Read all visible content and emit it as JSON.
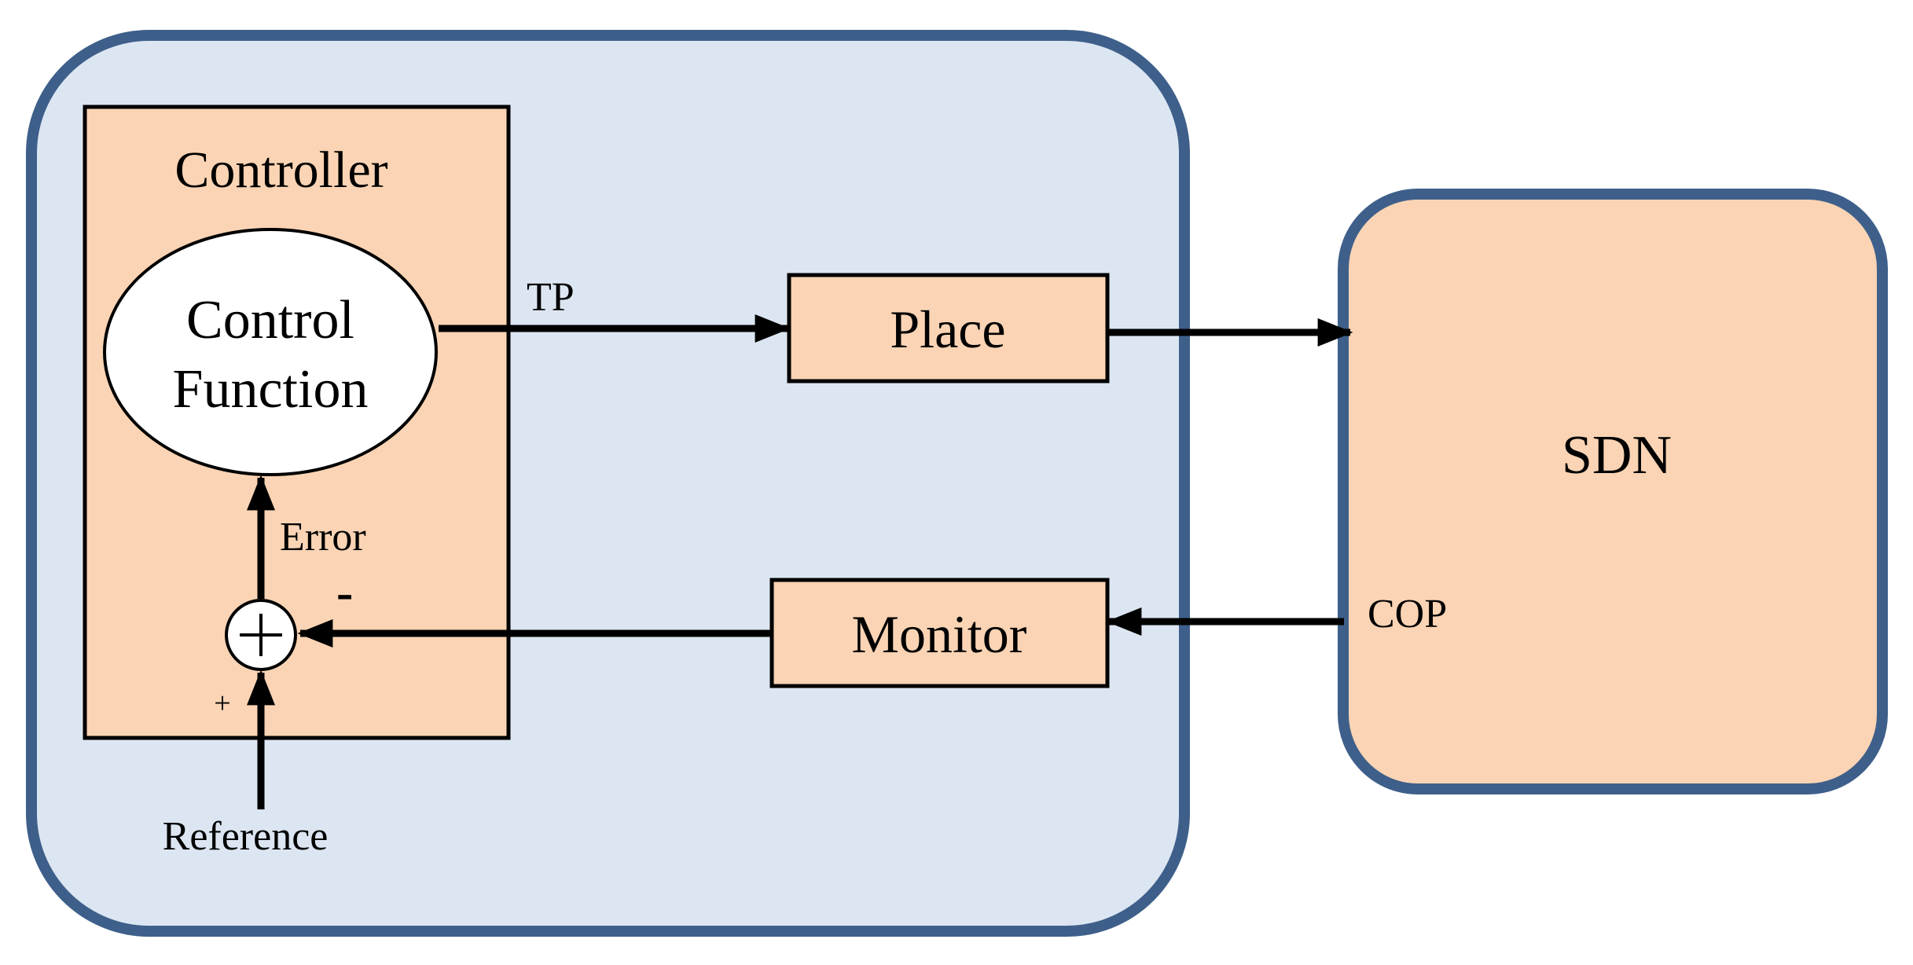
{
  "labels": {
    "controller": "Controller",
    "control_line1": "Control",
    "control_line2": "Function",
    "error": "Error",
    "minus": "-",
    "plus": "+",
    "reference": "Reference",
    "tp": "TP",
    "place": "Place",
    "monitor": "Monitor",
    "sdn": "SDN",
    "cop": "COP"
  },
  "colors": {
    "outer_fill": "#dce6f2",
    "outer_stroke": "#3e5f8a",
    "block_fill": "#fad4b4",
    "ellipse_fill": "#ffffff",
    "line": "#000000"
  }
}
